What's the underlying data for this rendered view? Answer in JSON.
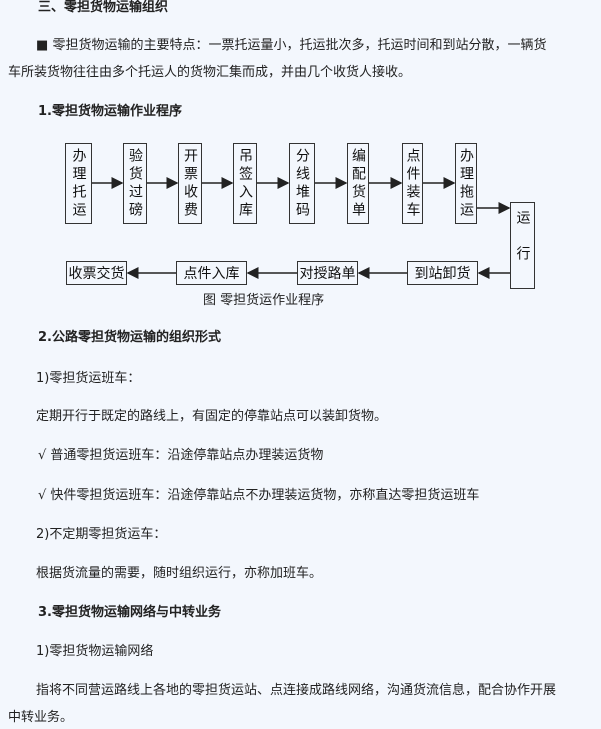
{
  "section_title": "三、零担货物运输组织",
  "intro": {
    "bullet": "■",
    "line1": "零担货物运输的主要特点：一票托运量小，托运批次多，托运时间和到站分散，一辆货",
    "line2": "车所装货物往往由多个托运人的货物汇集而成，并由几个收货人接收。"
  },
  "h1": "1.零担货物运输作业程序",
  "flow": {
    "top_steps": [
      "办理托运",
      "验货过磅",
      "开票收费",
      "吊签入库",
      "分线堆码",
      "编配货单",
      "点件装车",
      "办理拖运"
    ],
    "run": "运行",
    "bottom_steps": [
      "到站卸货",
      "对授路单",
      "点件入库",
      "收票交货"
    ],
    "caption": "图  零担货运作业程序"
  },
  "h2": "2.公路零担货物运输的组织形式",
  "p1": "1)零担货运班车：",
  "p2": "定期开行于既定的路线上，有固定的停靠站点可以装卸货物。",
  "p3": "√  普通零担货运班车：沿途停靠站点办理装运货物",
  "p4": "√  快件零担货运班车：沿途停靠站点不办理装运货物，亦称直达零担货运班车",
  "p5": "2)不定期零担货运车：",
  "p6": "根据货流量的需要，随时组织运行，亦称加班车。",
  "h3": "3.零担货物运输网络与中转业务",
  "p7": "1)零担货物运输网络",
  "p8": {
    "line1": "指将不同营运路线上各地的零担货运站、点连接成路线网络，沟通货流信息，配合协作开展",
    "line2": "中转业务。"
  }
}
